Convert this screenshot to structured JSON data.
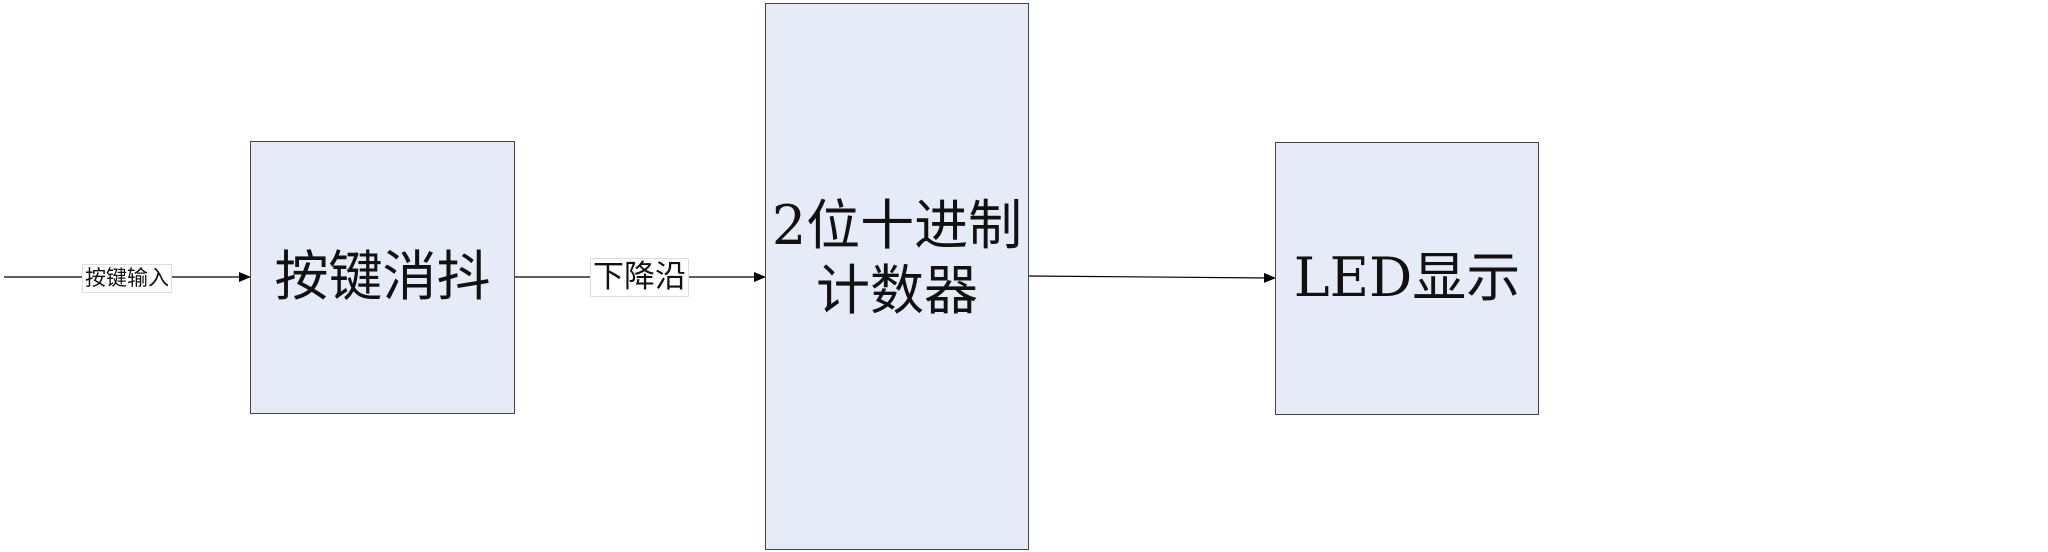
{
  "blocks": {
    "debounce": "按键消抖",
    "counter_line1": "2位十进制",
    "counter_line2": "计数器",
    "led": "LED显示"
  },
  "edges": {
    "input_label": "按键输入",
    "falling_edge_label": "下降沿"
  },
  "colors": {
    "block_fill": "#e6ecf7",
    "block_border": "#444444",
    "line": "#000000"
  }
}
